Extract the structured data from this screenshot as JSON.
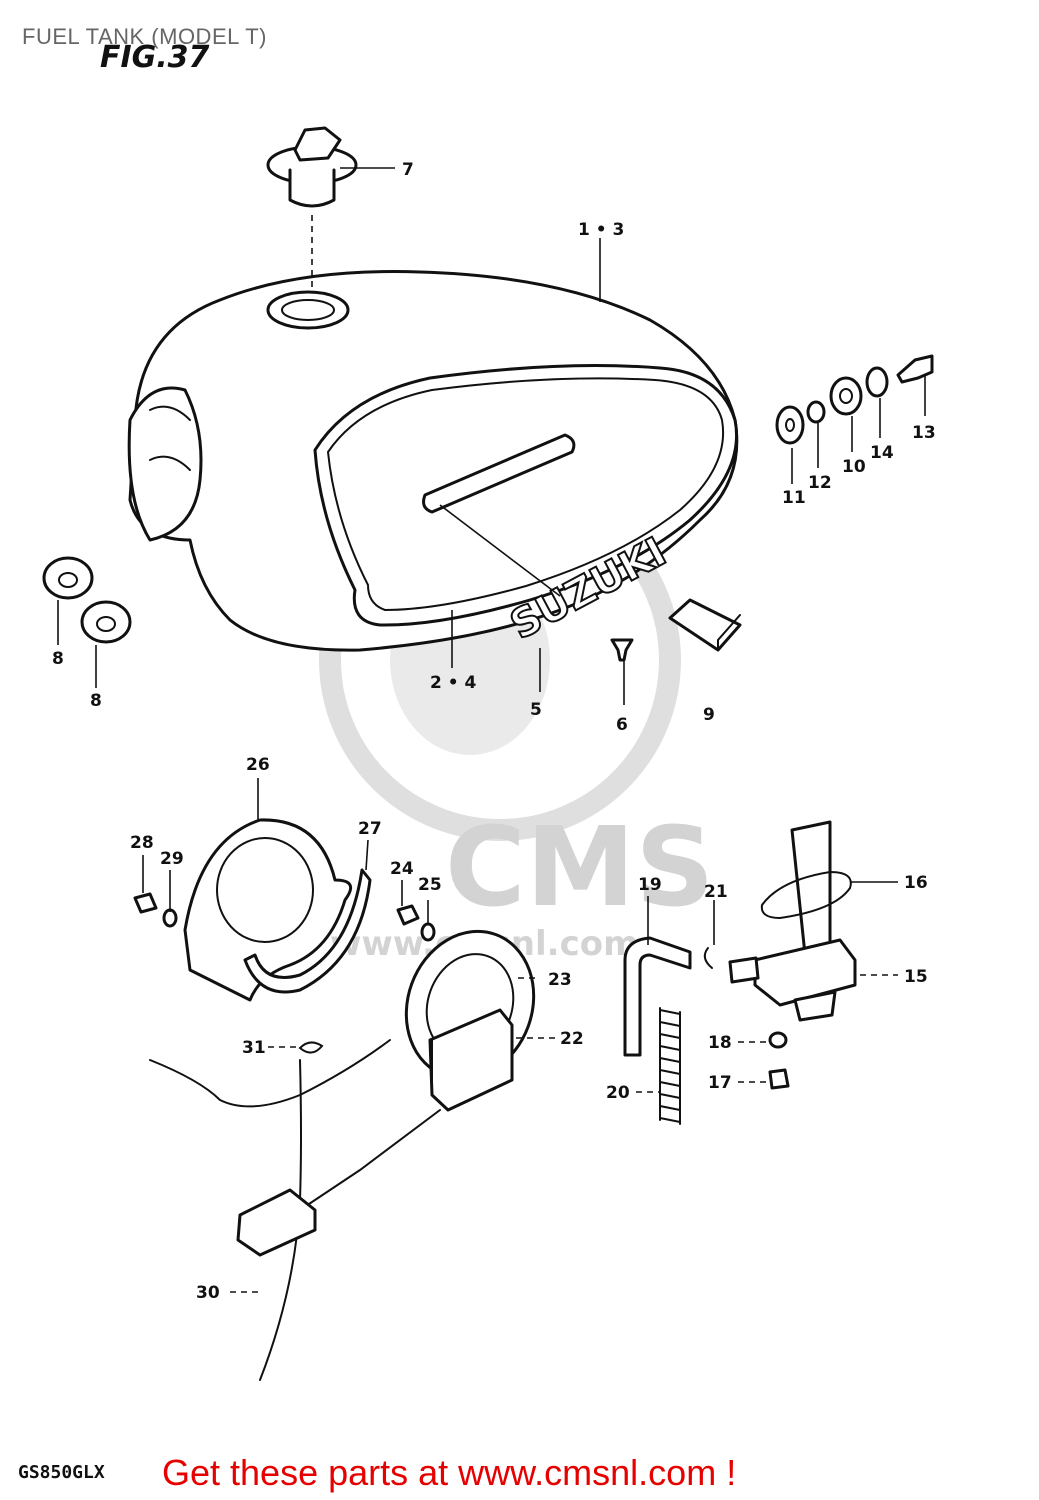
{
  "header": {
    "title": "FUEL TANK (MODEL T)",
    "fig": "FIG.37"
  },
  "footer": {
    "model": "GS850GLX",
    "promo": "Get these parts at www.cmsnl.com !"
  },
  "watermark": {
    "logo_text": "CMS",
    "url_text": "www.cmsnl.com"
  },
  "tank_badge": "SUZUKI",
  "callouts": {
    "c1_3": "1 • 3",
    "c2_4": "2 • 4",
    "c5": "5",
    "c6": "6",
    "c7": "7",
    "c8a": "8",
    "c8b": "8",
    "c9": "9",
    "c10": "10",
    "c11": "11",
    "c12": "12",
    "c13": "13",
    "c14": "14",
    "c15": "15",
    "c16": "16",
    "c17": "17",
    "c18": "18",
    "c19": "19",
    "c20": "20",
    "c21": "21",
    "c22": "22",
    "c23": "23",
    "c24": "24",
    "c25": "25",
    "c26": "26",
    "c27": "27",
    "c28": "28",
    "c29": "29",
    "c30": "30",
    "c31": "31"
  },
  "colors": {
    "promo": "#e60000",
    "title": "#666666",
    "line": "#111111",
    "watermark": "#cfcfcf"
  }
}
